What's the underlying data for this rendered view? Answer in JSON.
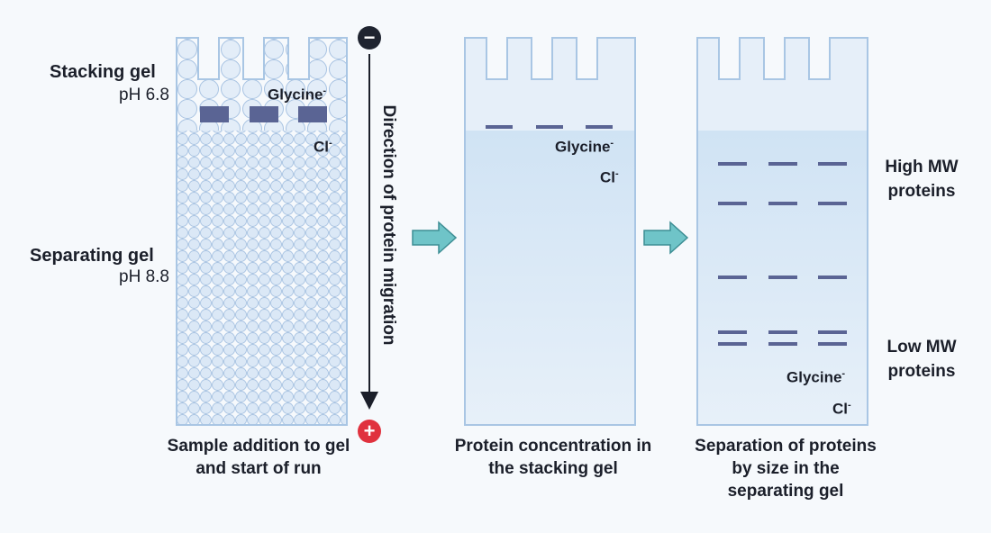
{
  "labels": {
    "stacking_gel": "Stacking gel",
    "stacking_ph": "pH 6.8",
    "separating_gel": "Separating gel",
    "separating_ph": "pH 8.8",
    "direction": "Direction of protein migration",
    "high_mw_1": "High MW",
    "high_mw_2": "proteins",
    "low_mw_1": "Low MW",
    "low_mw_2": "proteins"
  },
  "electrodes": {
    "negative": "−",
    "positive": "+"
  },
  "ions": {
    "glycine": "Glycine",
    "chloride": "Cl",
    "charge": "-"
  },
  "captions": {
    "panel1": "Sample addition to gel and start of run",
    "panel2": "Protein concentration in the stacking gel",
    "panel3": "Separation of proteins by size in the separating gel"
  },
  "colors": {
    "gel_outline": "#a9c6e4",
    "gel_fill": "#e6eff9",
    "separating_fill": "#d2e4f4",
    "band": "#5a6494",
    "arrow": "#6fc4c8",
    "negative": "#1f2430",
    "positive": "#e0323e"
  }
}
